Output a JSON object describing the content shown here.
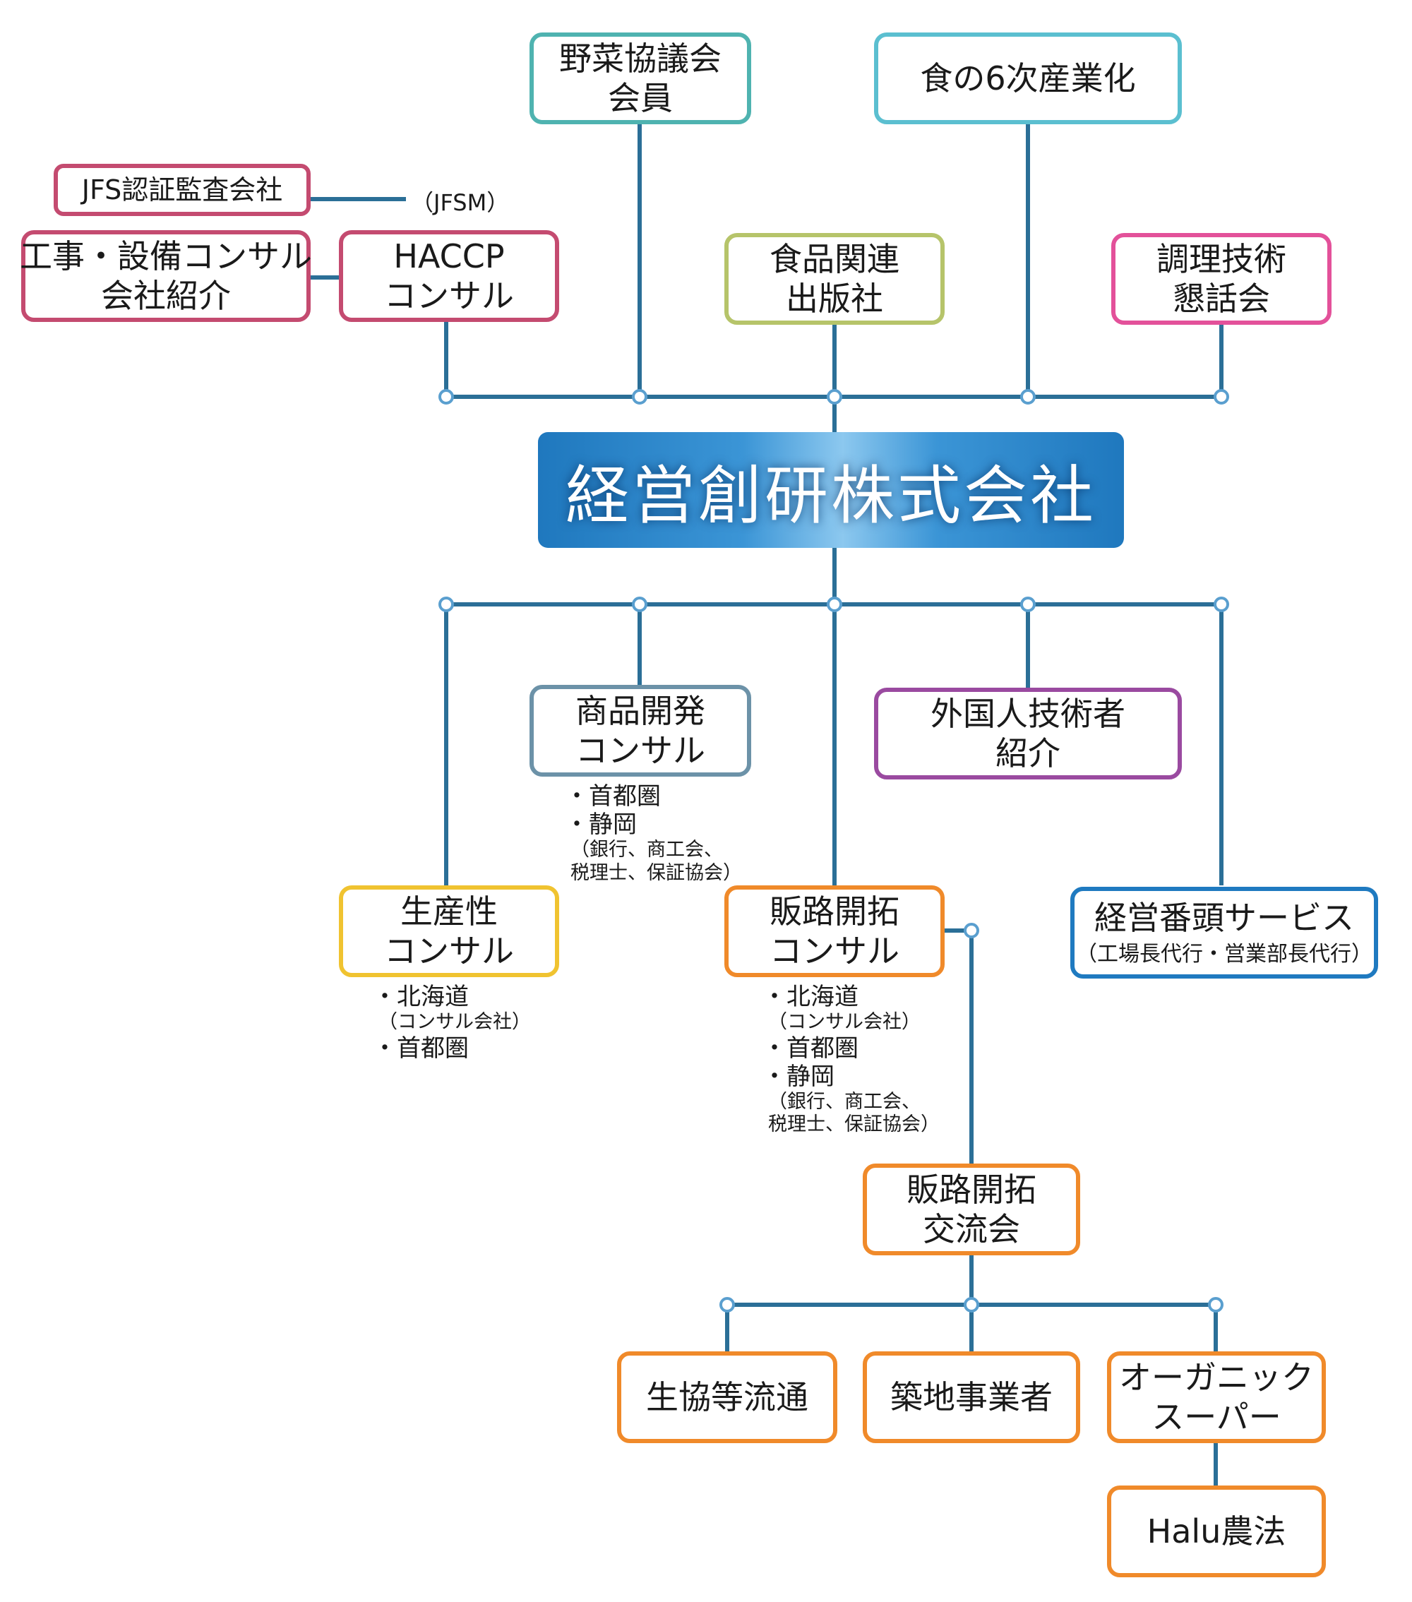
{
  "colors": {
    "line": "#2b6f97",
    "teal": "#4fb3b0",
    "cyan": "#5bbfd0",
    "pink": "#c44b70",
    "olive": "#b6c46a",
    "magenta": "#e3519a",
    "slate": "#6c92a8",
    "purple": "#9a4aa0",
    "yellow": "#f0c330",
    "orange": "#f08a2a",
    "blue": "#1f7ac0"
  },
  "center": "経営創研株式会社",
  "top": {
    "yasai": [
      "野菜協議会",
      "会員"
    ],
    "shoku6": "食の6次産業化",
    "jfs": "JFS認証監査会社",
    "jfsm": "（JFSM）",
    "kouji": [
      "工事・設備コンサル",
      "会社紹介"
    ],
    "haccp": [
      "HACCP",
      "コンサル"
    ],
    "shuppan": [
      "食品関連",
      "出版社"
    ],
    "chouri": [
      "調理技術",
      "懇話会"
    ]
  },
  "bottom": {
    "shouhin": [
      "商品開発",
      "コンサル"
    ],
    "shouhin_notes": [
      "・首都圏",
      "・静岡",
      "（銀行、商工会、",
      "税理士、保証協会）"
    ],
    "gaikoku": [
      "外国人技術者",
      "紹介"
    ],
    "seisan": [
      "生産性",
      "コンサル"
    ],
    "seisan_notes": [
      "・北海道",
      "（コンサル会社）",
      "・首都圏"
    ],
    "hanro": [
      "販路開拓",
      "コンサル"
    ],
    "hanro_notes": [
      "・北海道",
      "（コンサル会社）",
      "・首都圏",
      "・静岡",
      "（銀行、商工会、",
      "税理士、保証協会）"
    ],
    "keiei": "経営番頭サービス",
    "keiei_sub": "（工場長代行・営業部長代行）",
    "kouryu": [
      "販路開拓",
      "交流会"
    ],
    "seikyou": "生協等流通",
    "tsukiji": "築地事業者",
    "organic": [
      "オーガニック",
      "スーパー"
    ],
    "halu": "Halu農法"
  }
}
